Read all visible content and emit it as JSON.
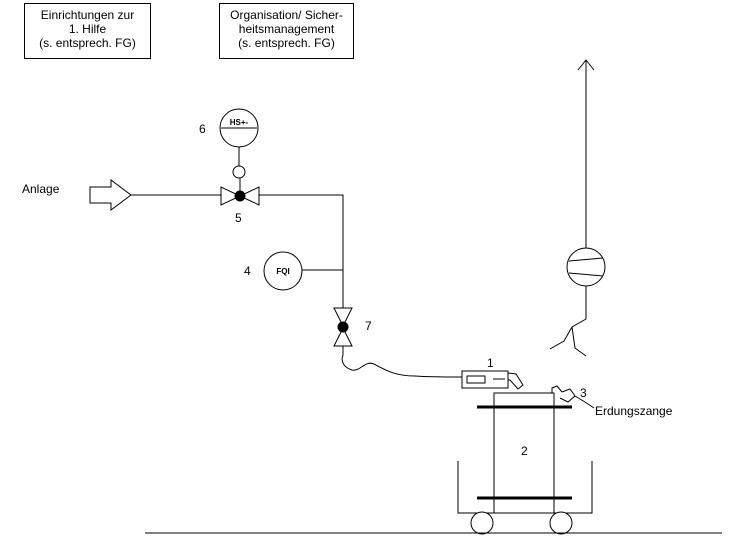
{
  "boxes": {
    "first_aid": [
      "Einrichtungen zur",
      "1. Hilfe",
      "(s. entsprech. FG)"
    ],
    "organisation": [
      "Organisation/ Sicher-",
      "heitsmanagement",
      "(s. entsprech. FG)"
    ]
  },
  "labels": {
    "anlage": "Anlage",
    "erdungszange": "Erdungszange",
    "hs_instrument": "HS+-",
    "fqi_instrument": "FQI"
  },
  "numbers": {
    "n1": "1",
    "n2": "2",
    "n3": "3",
    "n4": "4",
    "n5": "5",
    "n6": "6",
    "n7": "7"
  }
}
